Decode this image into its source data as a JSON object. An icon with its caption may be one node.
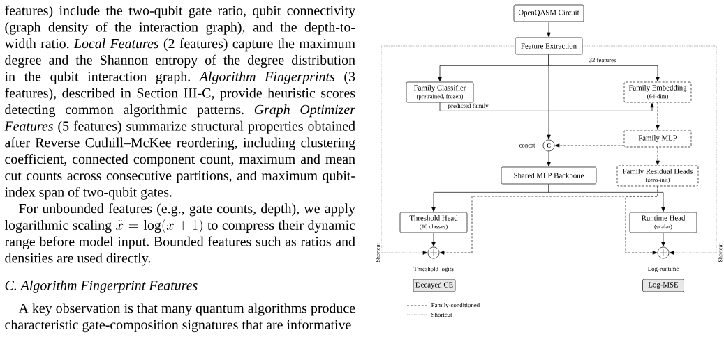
{
  "diagram": {
    "nodes": [
      {
        "text": [
          "OpenQASM Circuit"
        ]
      },
      {
        "text": [
          "Feature Extraction"
        ]
      },
      {
        "text": [
          "Family Classifier",
          "(pretrained, frozen)"
        ]
      },
      {
        "text": [
          "Family Embedding",
          "(64-dim)"
        ]
      },
      {
        "text": [
          "Family MLP"
        ]
      },
      {
        "text": [
          "C"
        ],
        "beside": [
          "concat"
        ]
      },
      {
        "text": [
          "Shared MLP Backbone"
        ]
      },
      {
        "text": [
          "Family Residual Heads",
          "(zero-init)"
        ]
      },
      {
        "text": [
          "Threshold Head",
          "(10 classes)"
        ]
      },
      {
        "text": [
          "Runtime Head",
          "(scalar)"
        ]
      },
      {
        "text": [],
        "shape": "circle",
        "beside": [
          "Threshold logits"
        ]
      },
      {
        "text": [],
        "shape": "circle",
        "beside": [
          "Log-runtime"
        ]
      },
      {
        "text": [
          "Decayed CE"
        ]
      },
      {
        "text": [
          "Log-MSE"
        ]
      }
    ],
    "edges": [
      {
        "from": 0,
        "to": 1,
        "arrow": "to"
      },
      {
        "from": 1,
        "to": 2,
        "arrow": "to"
      },
      {
        "from": 1,
        "to": 3,
        "arrow": "to",
        "label": "32 features"
      },
      {
        "from": 1,
        "to": 5,
        "arrow": "to"
      },
      {
        "from": 2,
        "to": 3,
        "arrow": "to",
        "label": "predicted family"
      },
      {
        "from": 3,
        "to": 4,
        "arrow": "to",
        "style": "dashed"
      },
      {
        "from": 4,
        "to": 5,
        "arrow": "to",
        "style": "dashed"
      },
      {
        "from": 5,
        "to": 6,
        "arrow": "to"
      },
      {
        "from": 4,
        "to": 7,
        "arrow": "to",
        "style": "dashed"
      },
      {
        "from": 6,
        "to": 8,
        "arrow": "to"
      },
      {
        "from": 6,
        "to": 9,
        "arrow": "to"
      },
      {
        "from": 7,
        "to": 10,
        "arrow": "to",
        "style": "dashed"
      },
      {
        "from": 7,
        "to": 11,
        "arrow": "to",
        "style": "dashed"
      },
      {
        "from": 8,
        "to": 10,
        "arrow": "to"
      },
      {
        "from": 9,
        "to": 11,
        "arrow": "to"
      },
      {
        "from": 1,
        "to": 10,
        "arrow": "to",
        "style": "dashed",
        "label": "Shortcut"
      },
      {
        "from": 1,
        "to": 11,
        "arrow": "to",
        "style": "dashed",
        "label": "Shortcut"
      }
    ],
    "labels": [
      "features) include the two-qubit gate ratio, qubit connectivity (graph density of the interaction graph), and the depth-to-width ratio. *Local Features* (2 features) capture the maximum degree and the Shannon entropy of the degree distribution in the qubit interaction graph. *Algorithm Fingerprints* (3 features), described in Section III-C, provide heuristic scores detecting common algorithmic patterns. *Graph Optimizer Features* (5 features) summarize structural properties obtained after Reverse Cuthill–McKee reordering, including clustering coefficient, connected component count, maximum and mean cut counts across consecutive partitions, and maximum qubit-index span of two-qubit gates.",
      "For unbounded features (e.g., gate counts, depth), we apply logarithmic scaling",
      "\\tilde{x} = \\log(x+1)",
      "to compress their dynamic range before model input. Bounded features such as ratios and densities are used directly.",
      "C. Algorithm Fingerprint Features",
      "A key observation is that many quantum algorithms produce characteristic gate-composition signatures that are informative"
    ],
    "legend": [
      {
        "text": "Family-conditioned"
      },
      {
        "text": "Shortcut"
      }
    ]
  }
}
